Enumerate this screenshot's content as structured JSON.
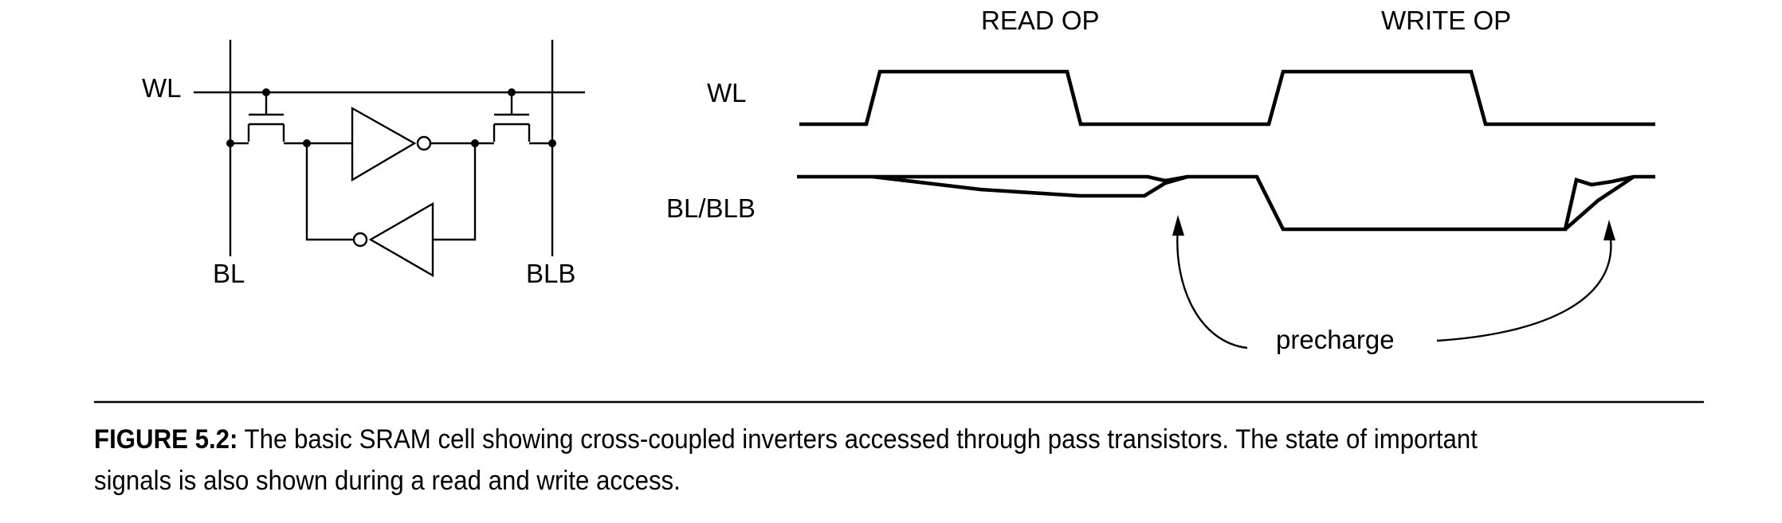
{
  "circuit": {
    "wl_label": "WL",
    "bl_label": "BL",
    "blb_label": "BLB"
  },
  "timing": {
    "read_op_label": "READ OP",
    "write_op_label": "WRITE OP",
    "wl_signal_label": "WL",
    "bl_signal_label": "BL/BLB",
    "precharge_label": "precharge"
  },
  "caption": {
    "label": "FIGURE 5.2:",
    "text": "The basic SRAM cell showing cross-coupled inverters accessed through pass transistors. The state of important signals is also shown during a read and write access."
  }
}
